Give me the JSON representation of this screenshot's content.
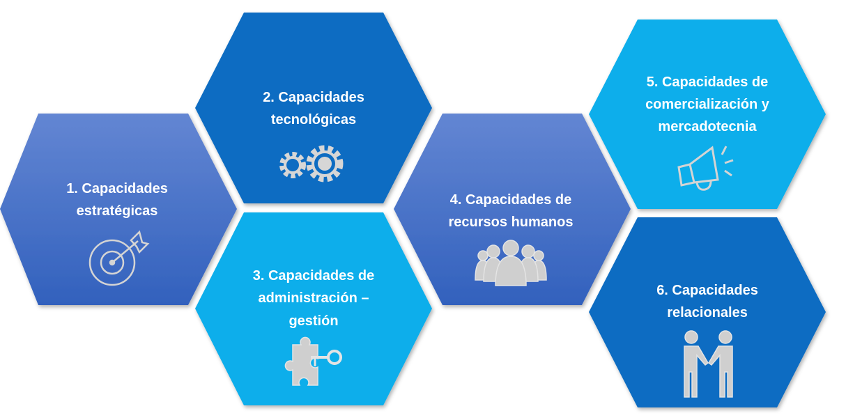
{
  "title": "Capacidades",
  "colors": {
    "gradient_top": "#6184d2",
    "gradient_bottom": "#3360bd",
    "dark_blue": "#0a6cc2",
    "light_blue": "#0eaeeb",
    "icon_gray": "#d0d0d0"
  },
  "hexagons": [
    {
      "lines": [
        "1. Capacidades",
        "estratégicas"
      ],
      "icon": "target-arrow-icon"
    },
    {
      "lines": [
        "2. Capacidades",
        "tecnológicas"
      ],
      "icon": "gears-icon"
    },
    {
      "lines": [
        "3. Capacidades de",
        "administración –",
        "gestión"
      ],
      "icon": "puzzle-key-icon"
    },
    {
      "lines": [
        "4. Capacidades de",
        "recursos humanos"
      ],
      "icon": "people-group-icon"
    },
    {
      "lines": [
        "5. Capacidades de",
        "comercialización y",
        "mercadotecnia"
      ],
      "icon": "megaphone-icon"
    },
    {
      "lines": [
        "6. Capacidades",
        "relacionales"
      ],
      "icon": "handshake-icon"
    }
  ]
}
